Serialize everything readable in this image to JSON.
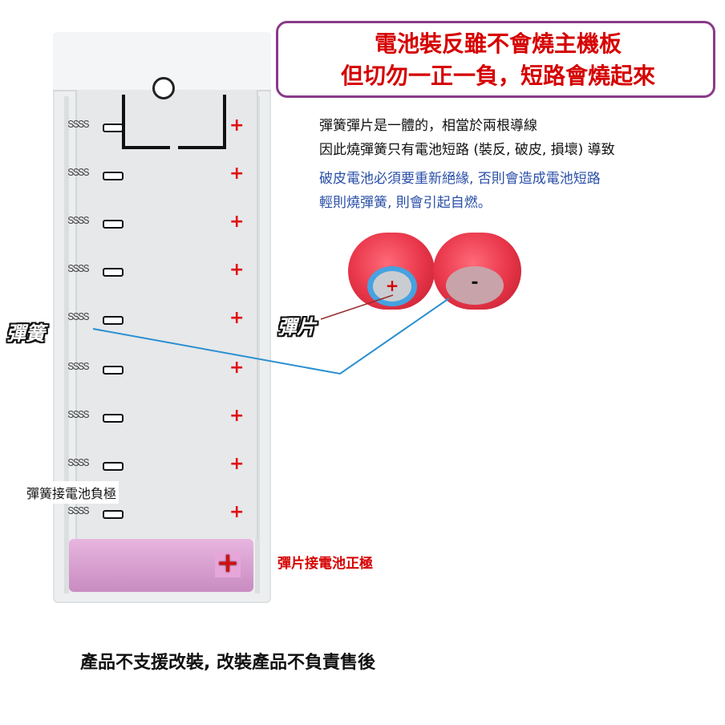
{
  "warning": {
    "line1": "電池裝反雖不會燒主機板",
    "line2": "但切勿一正一負，短路會燒起來"
  },
  "explanation": {
    "line1": "彈簧彈片是一體的，相當於兩根導線",
    "line2": "因此燒彈簧只有電池短路 (裝反, 破皮, 損壞) 導致",
    "line3": "破皮電池必須要重新絕緣,  否則會造成電池短路",
    "line4": "輕則燒彈簧, 則會引起自燃。"
  },
  "labels": {
    "spring": "彈簧",
    "tab": "彈片",
    "spring_negative": "彈簧接電池負極",
    "tab_positive": "彈片接電池正極"
  },
  "cells": {
    "positive_mark": "+",
    "negative_mark": "-"
  },
  "polarity": {
    "plus": "+",
    "battery_plus": "+"
  },
  "footer": {
    "notice": "產品不支援改裝, 改裝產品不負責售後"
  },
  "colors": {
    "warning_text": "#d60000",
    "warning_border": "#8a3a8a",
    "blue_text": "#2a4fa8",
    "connector_line": "#2a8fd0"
  }
}
